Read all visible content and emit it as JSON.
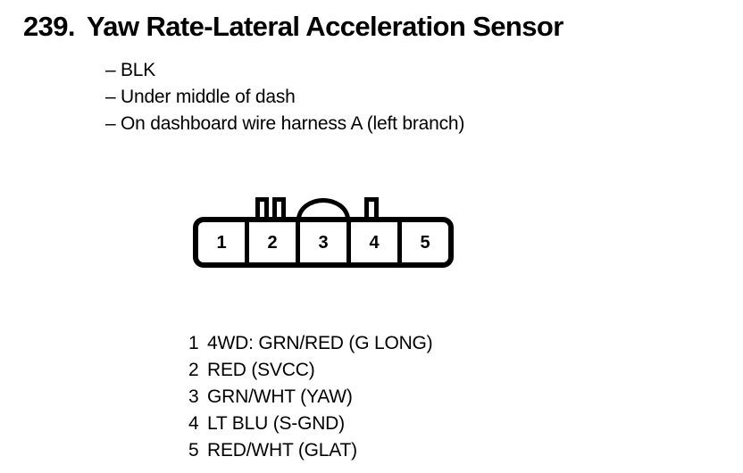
{
  "page": {
    "background_color": "#ffffff",
    "ink_color": "#000000"
  },
  "header": {
    "number": "239.",
    "title": "Yaw Rate-Lateral Acceleration Sensor"
  },
  "details": {
    "dash": "–",
    "lines": [
      "BLK",
      "Under middle of dash",
      "On dashboard wire harness A (left branch)"
    ]
  },
  "connector": {
    "cells": [
      {
        "number": "1"
      },
      {
        "number": "2"
      },
      {
        "number": "3"
      },
      {
        "number": "4"
      },
      {
        "number": "5"
      }
    ],
    "keying_features": [
      "keying-tab-left",
      "keying-tab-left-2",
      "keying-arch-center",
      "keying-tab-right"
    ]
  },
  "pin_legend": [
    {
      "number": "1",
      "label": "4WD: GRN/RED (G LONG)"
    },
    {
      "number": "2",
      "label": "RED (SVCC)"
    },
    {
      "number": "3",
      "label": "GRN/WHT (YAW)"
    },
    {
      "number": "4",
      "label": "LT BLU (S-GND)"
    },
    {
      "number": "5",
      "label": "RED/WHT (GLAT)"
    }
  ]
}
